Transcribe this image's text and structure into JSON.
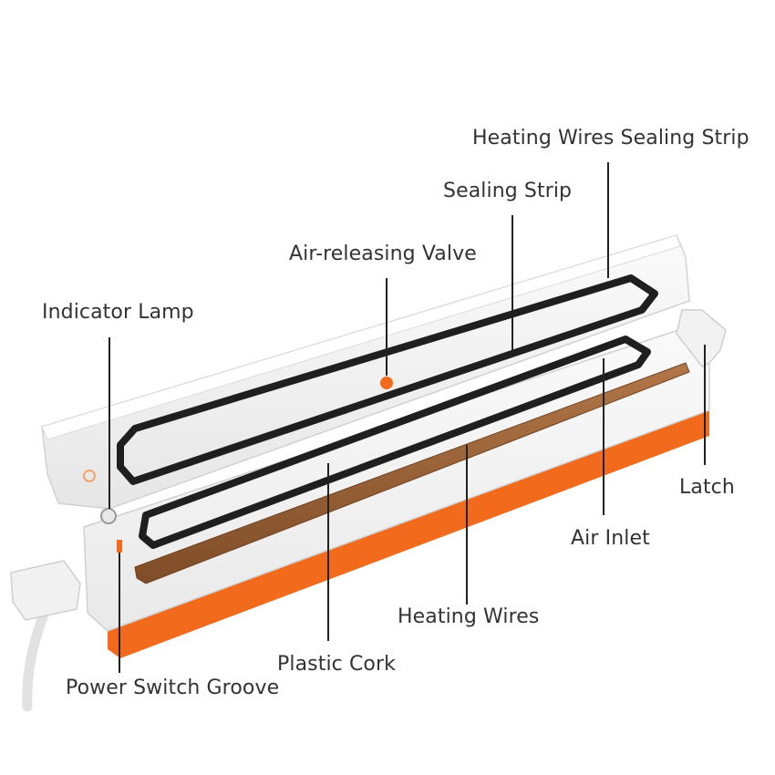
{
  "labels": {
    "heating_wires_sealing_strip": "Heating Wires Sealing Strip",
    "sealing_strip": "Sealing Strip",
    "air_releasing_valve": "Air-releasing Valve",
    "indicator_lamp": "Indicator Lamp",
    "latch": "Latch",
    "air_inlet": "Air Inlet",
    "heating_wires": "Heating Wires",
    "plastic_cork": "Plastic Cork",
    "power_switch_groove": "Power Switch Groove"
  },
  "colors": {
    "body_white": "#f4f4f4",
    "accent_orange": "#f26a1b",
    "gasket_black": "#1f1f1f",
    "heating_strip_brown": "#a0673a",
    "leader_line": "#222222",
    "text": "#333333"
  }
}
